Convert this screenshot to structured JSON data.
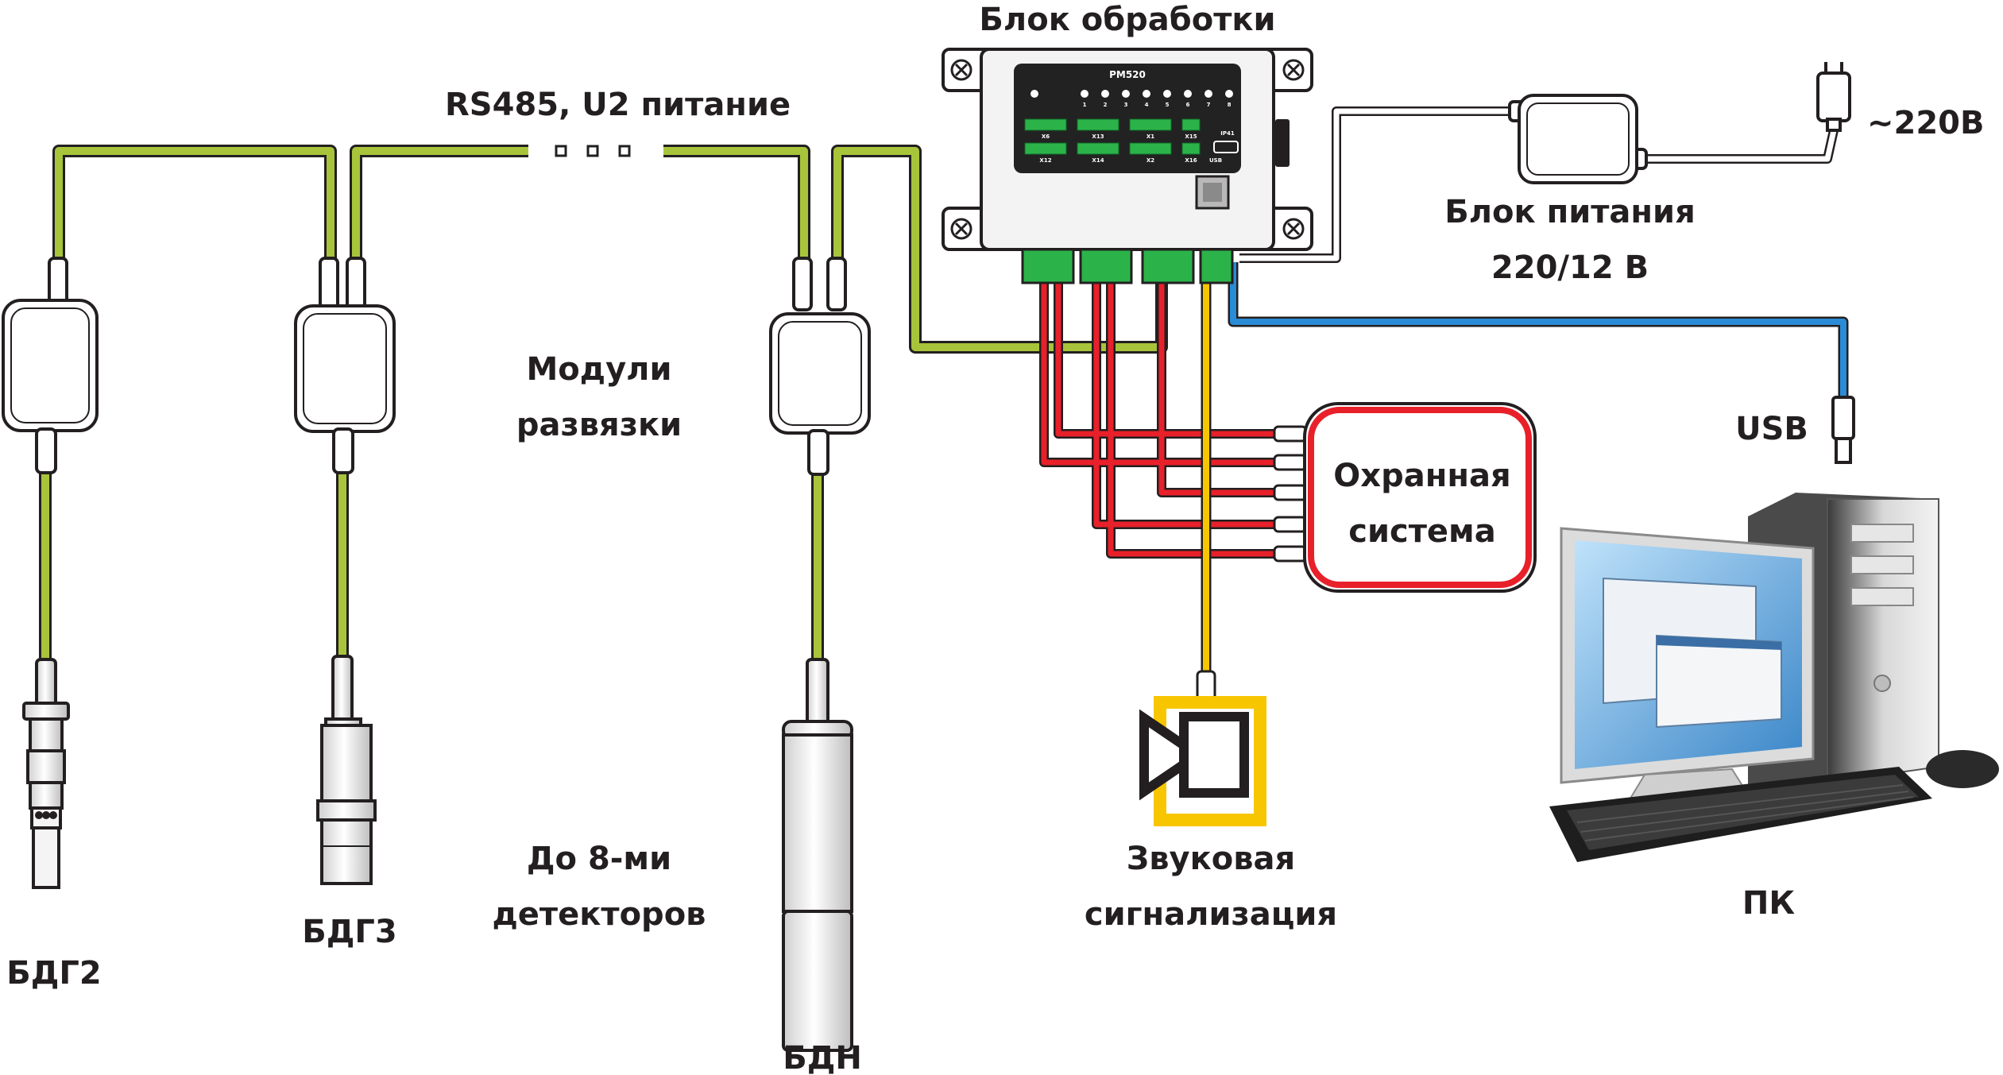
{
  "labels": {
    "processing_unit": "Блок обработки",
    "device_model": "PM520",
    "bus": "RS485,  U2 питание",
    "bus_dots": "· · ·",
    "power_supply_line1": "Блок питания",
    "power_supply_line2": "220/12 В",
    "mains": "~220В",
    "isolation_line1": "Модули",
    "isolation_line2": "развязки",
    "security_line1": "Охранная",
    "security_line2": "система",
    "usb": "USB",
    "count_line1": "До 8-ми",
    "count_line2": "детекторов",
    "sound_line1": "Звуковая",
    "sound_line2": "сигнализация",
    "pc": "ПК",
    "det1": "БДГ2",
    "det2": "БДГ3",
    "det3": "БДН"
  },
  "device_panel": {
    "led_numbers": [
      "1",
      "2",
      "3",
      "4",
      "5",
      "6",
      "7",
      "8"
    ],
    "terminals_top": [
      "X6",
      "X13",
      "X1",
      "X15"
    ],
    "terminals_bottom": [
      "X12",
      "X14",
      "X2",
      "X16"
    ],
    "port_labels": [
      "USB",
      "IP41"
    ]
  },
  "colors": {
    "bus_cable": "#a8c43a",
    "alarm_wires": "#e8202a",
    "sound_wire": "#f7c600",
    "usb_cable": "#2a8bd6",
    "device_panel": "#222222",
    "terminal_green": "#2bb34a",
    "security_border": "#e8202a"
  }
}
